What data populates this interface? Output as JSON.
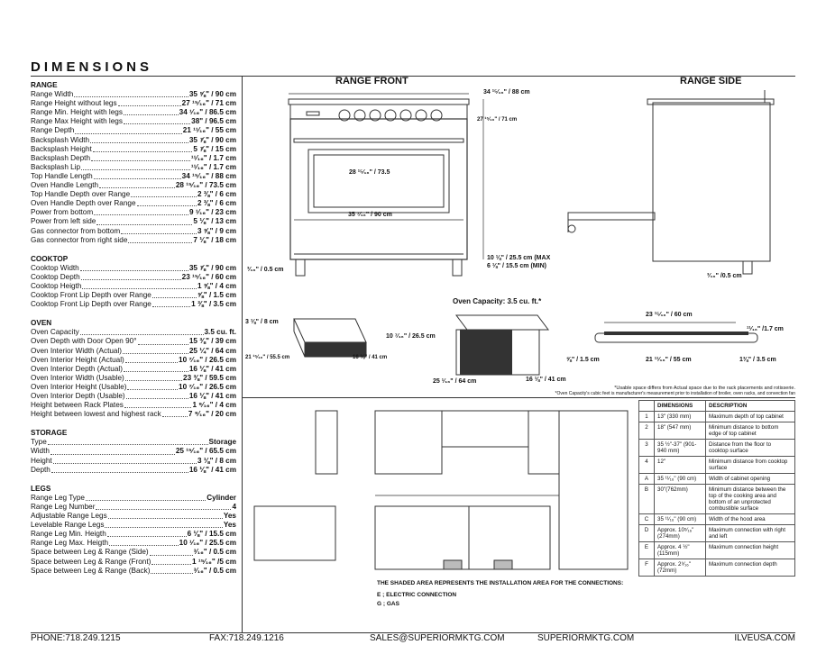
{
  "title": "DIMENSIONS",
  "range": {
    "heading": "RANGE",
    "rows": [
      {
        "k": "Range Width",
        "v": "35 ⅝\" / 90 cm"
      },
      {
        "k": "Range Height without legs",
        "v": "27 ¹⁵⁄₁₆\" / 71 cm"
      },
      {
        "k": "Range Min. Height with legs",
        "v": "34 ¹⁄₁₆\" / 86.5 cm"
      },
      {
        "k": "Range Max Height with legs",
        "v": "38\" / 96.5 cm"
      },
      {
        "k": "Range Depth",
        "v": "21 ¹¹⁄₁₆\" / 55 cm"
      },
      {
        "k": "Backsplash Width",
        "v": "35 ⅞\" / 90 cm"
      },
      {
        "k": "Backsplash Height",
        "v": "5 ⅞\" / 15 cm"
      },
      {
        "k": "Backsplash Depth",
        "v": "¹¹⁄₁₆\" / 1.7 cm"
      },
      {
        "k": "Backsplash Lip",
        "v": "¹¹⁄₁₆\" / 1.7 cm"
      },
      {
        "k": "Top Handle Length",
        "v": "34 ¹⁵⁄₁₆\" / 88 cm"
      },
      {
        "k": "Oven Handle Length",
        "v": "28 ¹⁵⁄₁₆\" / 73.5 cm"
      },
      {
        "k": "Top Handle Depth over Range",
        "v": "2 ⅜\" / 6 cm"
      },
      {
        "k": "Oven Handle Depth over Range",
        "v": "2 ⅜\" / 6 cm"
      },
      {
        "k": "Power from bottom",
        "v": "9 ¹⁄₁₆\" / 23 cm"
      },
      {
        "k": "Power from left side",
        "v": "5 ⅛\" / 13 cm"
      },
      {
        "k": "Gas connector from bottom",
        "v": "3 ⅝\" / 9 cm"
      },
      {
        "k": "Gas connector from right side",
        "v": "7 ⅛\" / 18 cm"
      }
    ]
  },
  "cooktop": {
    "heading": "COOKTOP",
    "rows": [
      {
        "k": "Cooktop Width",
        "v": "35 ⅞\" / 90 cm"
      },
      {
        "k": "Cooktop Depth",
        "v": "23 ¹⁵⁄₁₆\" / 60 cm"
      },
      {
        "k": "Cooktop Heigth",
        "v": "1 ⅝\" / 4 cm"
      },
      {
        "k": "Cooktop Front Lip Depth over Range",
        "v": "⅝\" / 1.5 cm"
      },
      {
        "k": "Cooktop Front Lip Depth over Range",
        "v": "1 ⅜\" / 3.5 cm"
      }
    ]
  },
  "oven": {
    "heading": "OVEN",
    "rows": [
      {
        "k": "Oven Capacity",
        "v": "3.5 cu. ft."
      },
      {
        "k": "Oven Depth with Door Open 90°",
        "v": "15 ⅜\" / 39 cm"
      },
      {
        "k": "Oven Interior Width (Actual)",
        "v": "25 ¼\" / 64 cm"
      },
      {
        "k": "Oven Interior Height (Actual)",
        "v": "10 ⁷⁄₁₆\" / 26.5 cm"
      },
      {
        "k": "Oven Interior Depth (Actual)",
        "v": "16 ⅛\" / 41 cm"
      },
      {
        "k": "Oven Interior Width (Usable)",
        "v": "23 ⅜\" / 59.5 cm"
      },
      {
        "k": "Oven Interior Height (Usable)",
        "v": "10 ⁷⁄₁₆\" / 26.5 cm"
      },
      {
        "k": "Oven Interior Depth (Usable)",
        "v": "16 ⅛\" / 41 cm"
      },
      {
        "k": "Height between Rack Plates",
        "v": "1 ⁹⁄₁₆\" / 4 cm"
      },
      {
        "k": "Height between lowest and highest rack",
        "v": "7 ⁹⁄₁₆\" / 20 cm"
      }
    ]
  },
  "storage": {
    "heading": "STORAGE",
    "rows": [
      {
        "k": "Type",
        "v": "Storage"
      },
      {
        "k": "Width",
        "v": "25 ¹⁵⁄₁₆\" / 65.5 cm"
      },
      {
        "k": "Height",
        "v": "3 ⅛\" / 8 cm"
      },
      {
        "k": "Depth",
        "v": "16 ⅛\" / 41 cm"
      }
    ]
  },
  "legs": {
    "heading": "LEGS",
    "rows": [
      {
        "k": "Range Leg Type",
        "v": "Cylinder"
      },
      {
        "k": "Range Leg Number",
        "v": "4"
      },
      {
        "k": "Adjustable Range Legs",
        "v": "Yes"
      },
      {
        "k": "Levelable Range Legs",
        "v": "Yes"
      },
      {
        "k": "Range Leg Min. Heigth",
        "v": "6 ⅛\" / 15.5 cm"
      },
      {
        "k": "Range Leg Max. Heigth",
        "v": "10 ¹⁄₁₆\" / 25.5 cm"
      },
      {
        "k": "Space between Leg & Range (Side)",
        "v": "³⁄₁₆\" / 0.5 cm"
      },
      {
        "k": "Space between Leg & Range (Front)",
        "v": "1 ¹⁵⁄₁₆\" /5 cm"
      },
      {
        "k": "Space between Leg & Range (Back)",
        "v": "³⁄₁₆\" / 0.5 cm"
      }
    ]
  },
  "drawings": {
    "range_front": "RANGE FRONT",
    "range_side": "RANGE SIDE",
    "front_top": "34 ¹⁵⁄₁₆\" / 88 cm",
    "front_height": "27 ¹⁵⁄₁₆\" / 71 cm",
    "front_handle": "28 ¹⁵⁄₁₆\" / 73.5",
    "front_width": "35 ⁷⁄₁₆\" / 90 cm",
    "front_leg_max": "10 ⅛\" / 25.5 cm (MAX",
    "front_leg_min": "6 ⅛\" / 15.5 cm (MIN)",
    "front_side_gap": "³⁄₁₆\" / 0.5 cm",
    "side_gap": "³⁄₁₆\" /0.5 cm",
    "oven_capacity": "Oven Capacity: 3.5 cu. ft.*",
    "drawer_h": "3 ⅛\" / 8 cm",
    "drawer_d": "21 ¹⁵⁄₁₆\" / 55.5 cm",
    "drawer_w": "16 ⅛\" / 41 cm",
    "oven_h": "10 ⁷⁄₁₆\" / 26.5 cm",
    "oven_w": "25 ¹⁄₁₆\" / 64 cm",
    "oven_d": "16 ⅛\" / 41 cm",
    "ct_depth": "23 ¹⁵⁄₁₆\" / 60 cm",
    "ct_height": "¹¹⁄₁₆\" /1.7 cm",
    "ct_lip": "⅝\" / 1.5 cm",
    "ct_inner": "21 ¹¹⁄₁₆\" / 55 cm",
    "ct_back": "1⅜\" / 3.5 cm",
    "note1": "*Usable space differs from Actual space due to the rack placements and rotisserie.",
    "note2": "*Oven Capacity's cubic feet is manufacturer's measurement prior to installation of broiler, oven racks, and convection fan",
    "install_note": "THE SHADED AREA REPRESENTS THE INSTALLATION AREA FOR THE CONNECTIONS:",
    "legend_e": "E ; ELECTRIC CONNECTION",
    "legend_g": "G ; GAS"
  },
  "table": {
    "headers": [
      "DIMENSIONS",
      "DESCRIPTION"
    ],
    "rows": [
      {
        "id": "1",
        "dim": "13\" (330 mm)",
        "desc": "Maximum depth of top cabinet"
      },
      {
        "id": "2",
        "dim": "18\" (547 mm)",
        "desc": "Minimum distance to bottom edge of top cabinet"
      },
      {
        "id": "3",
        "dim": "35 ½\"-37\" (901-940 mm)",
        "desc": "Distance from the floor to cooktop surface"
      },
      {
        "id": "4",
        "dim": "12\"",
        "desc": "Minimum distance from cooktop surface"
      },
      {
        "id": "A",
        "dim": "35 ¹¹⁄₁₆\" (90 cm)",
        "desc": "Width of cabinet opening"
      },
      {
        "id": "B",
        "dim": "30\"(762mm)",
        "desc": "Minimum distance between the top of the cooking area and bottom of an unprotected combustible surface"
      },
      {
        "id": "C",
        "dim": "35 ¹¹⁄₁₆\" (90 cm)",
        "desc": "Width of the hood area"
      },
      {
        "id": "D",
        "dim": "Approx. 10⁵⁄₁₆\" (274mm)",
        "desc": "Maximum connection with right and left"
      },
      {
        "id": "E",
        "dim": "Approx. 4 ½\" (115mm)",
        "desc": "Maximum connection height"
      },
      {
        "id": "F",
        "dim": "Approx. 2⁹⁄₁₆\" (72mm)",
        "desc": "Maximum connection depth"
      }
    ]
  },
  "footer": {
    "phone": "PHONE:718.249.1215",
    "fax": "FAX:718.249.1216",
    "email": "SALES@SUPERIORMKTG.COM",
    "web1": "SUPERIORMKTG.COM",
    "web2": "ILVEUSA.COM"
  }
}
